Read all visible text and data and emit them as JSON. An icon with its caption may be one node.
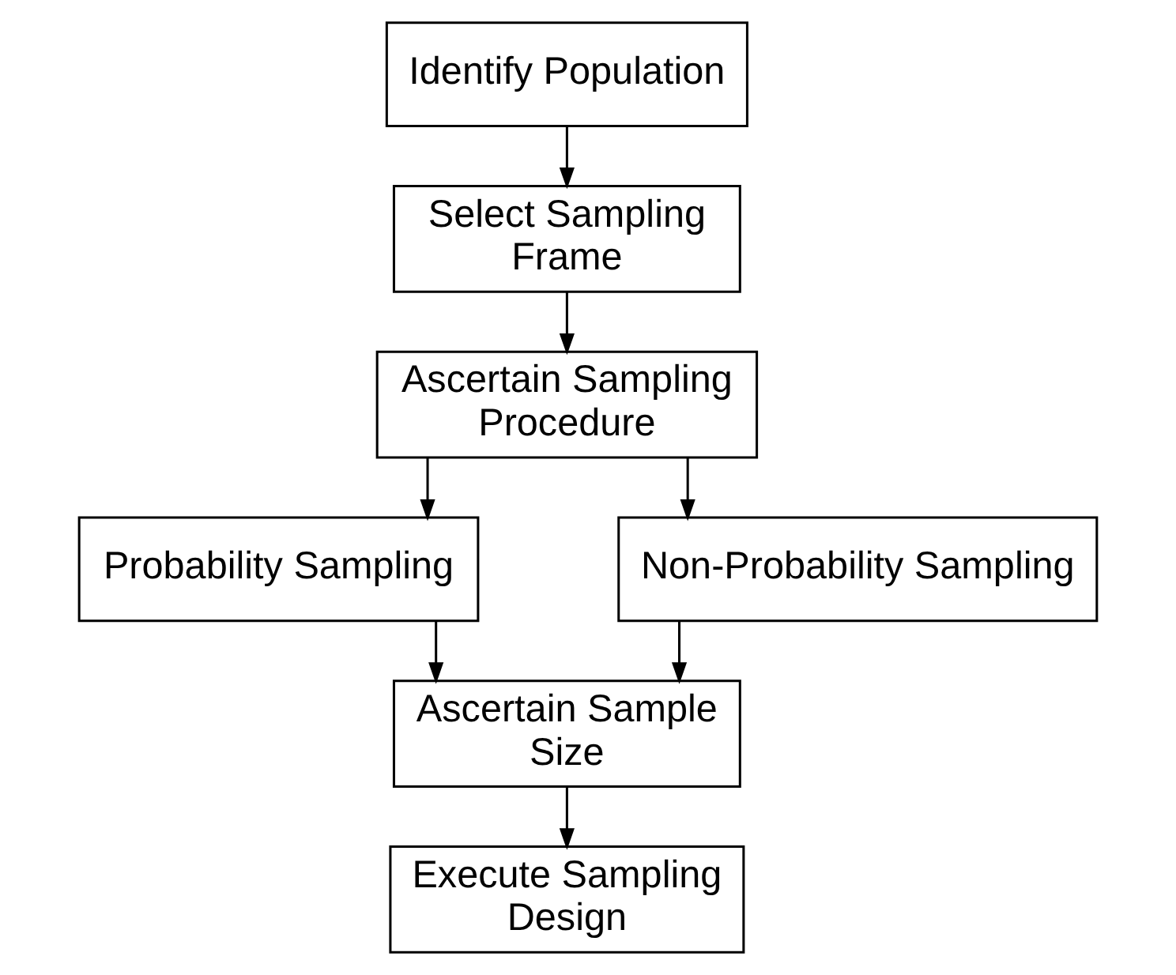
{
  "diagram": {
    "nodes": [
      {
        "text": [
          "Identify Population"
        ]
      },
      {
        "text": [
          "Select Sampling Frame"
        ]
      },
      {
        "text": [
          "Ascertain Sampling Procedure"
        ]
      },
      {
        "text": [
          "Probability Sampling"
        ]
      },
      {
        "text": [
          "Non-Probability Sampling"
        ]
      },
      {
        "text": [
          "Ascertain Sample Size"
        ]
      },
      {
        "text": [
          "Execute Sampling Design"
        ]
      }
    ],
    "edges": [
      {
        "from": 0,
        "to": 1,
        "arrow": "to"
      },
      {
        "from": 1,
        "to": 2,
        "arrow": "to"
      },
      {
        "from": 2,
        "to": 3,
        "arrow": "to"
      },
      {
        "from": 2,
        "to": 4,
        "arrow": "to"
      },
      {
        "from": 3,
        "to": 5,
        "arrow": "to"
      },
      {
        "from": 4,
        "to": 5,
        "arrow": "to"
      },
      {
        "from": 5,
        "to": 6,
        "arrow": "to"
      }
    ]
  }
}
